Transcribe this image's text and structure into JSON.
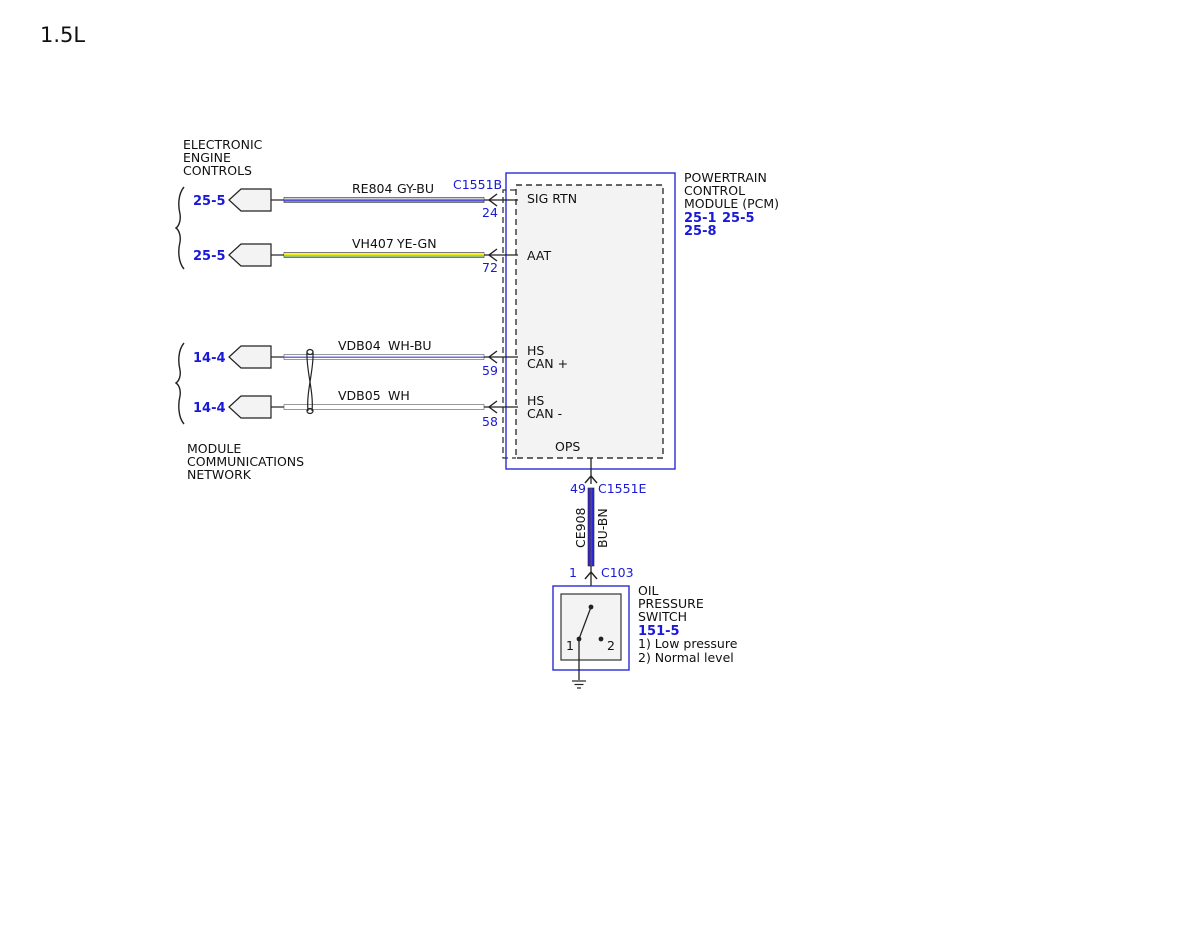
{
  "variant_label": "1.5L",
  "groups": {
    "engine_controls": [
      "ELECTRONIC",
      "ENGINE",
      "CONTROLS"
    ],
    "module_network": [
      "MODULE",
      "COMMUNICATIONS",
      "NETWORK"
    ]
  },
  "pcm": {
    "lines": [
      "POWERTRAIN",
      "CONTROL",
      "MODULE (PCM)"
    ],
    "refs": [
      "25-1",
      "25-5",
      "25-8"
    ],
    "connector": "C1551B",
    "connector_e": "C1551E",
    "pins": [
      {
        "label_lines": [
          "SIG RTN"
        ],
        "pin": "24",
        "circuit": "RE804",
        "color": "GY-BU",
        "ref": "25-5",
        "wire_colors": [
          "#8c8c8c",
          "#2a2ad6"
        ]
      },
      {
        "label_lines": [
          "AAT"
        ],
        "pin": "72",
        "circuit": "VH407",
        "color": "YE-GN",
        "ref": "25-5",
        "wire_colors": [
          "#f0ec1a",
          "#6fa83a"
        ]
      },
      {
        "label_lines": [
          "HS",
          "CAN +"
        ],
        "pin": "59",
        "circuit": "VDB04",
        "color": "WH-BU",
        "ref": "14-4",
        "wire_colors": [
          "#ffffff",
          "#4a4ae0"
        ]
      },
      {
        "label_lines": [
          "HS",
          "CAN -"
        ],
        "pin": "58",
        "circuit": "VDB05",
        "color": "WH",
        "ref": "14-4",
        "wire_colors": [
          "#ffffff",
          "#ffffff"
        ]
      }
    ],
    "ops_label": "OPS"
  },
  "oil_wire": {
    "pin_top": "49",
    "circuit": "CE908",
    "color": "BU-BN",
    "pin_bottom": "1",
    "connector": "C103",
    "wire_colors": [
      "#2a2ad6",
      "#7a4a2a"
    ]
  },
  "switch": {
    "lines": [
      "OIL",
      "PRESSURE",
      "SWITCH"
    ],
    "ref": "151-5",
    "notes": [
      "1) Low pressure",
      "2) Normal level"
    ],
    "pos1": "1",
    "pos2": "2"
  }
}
